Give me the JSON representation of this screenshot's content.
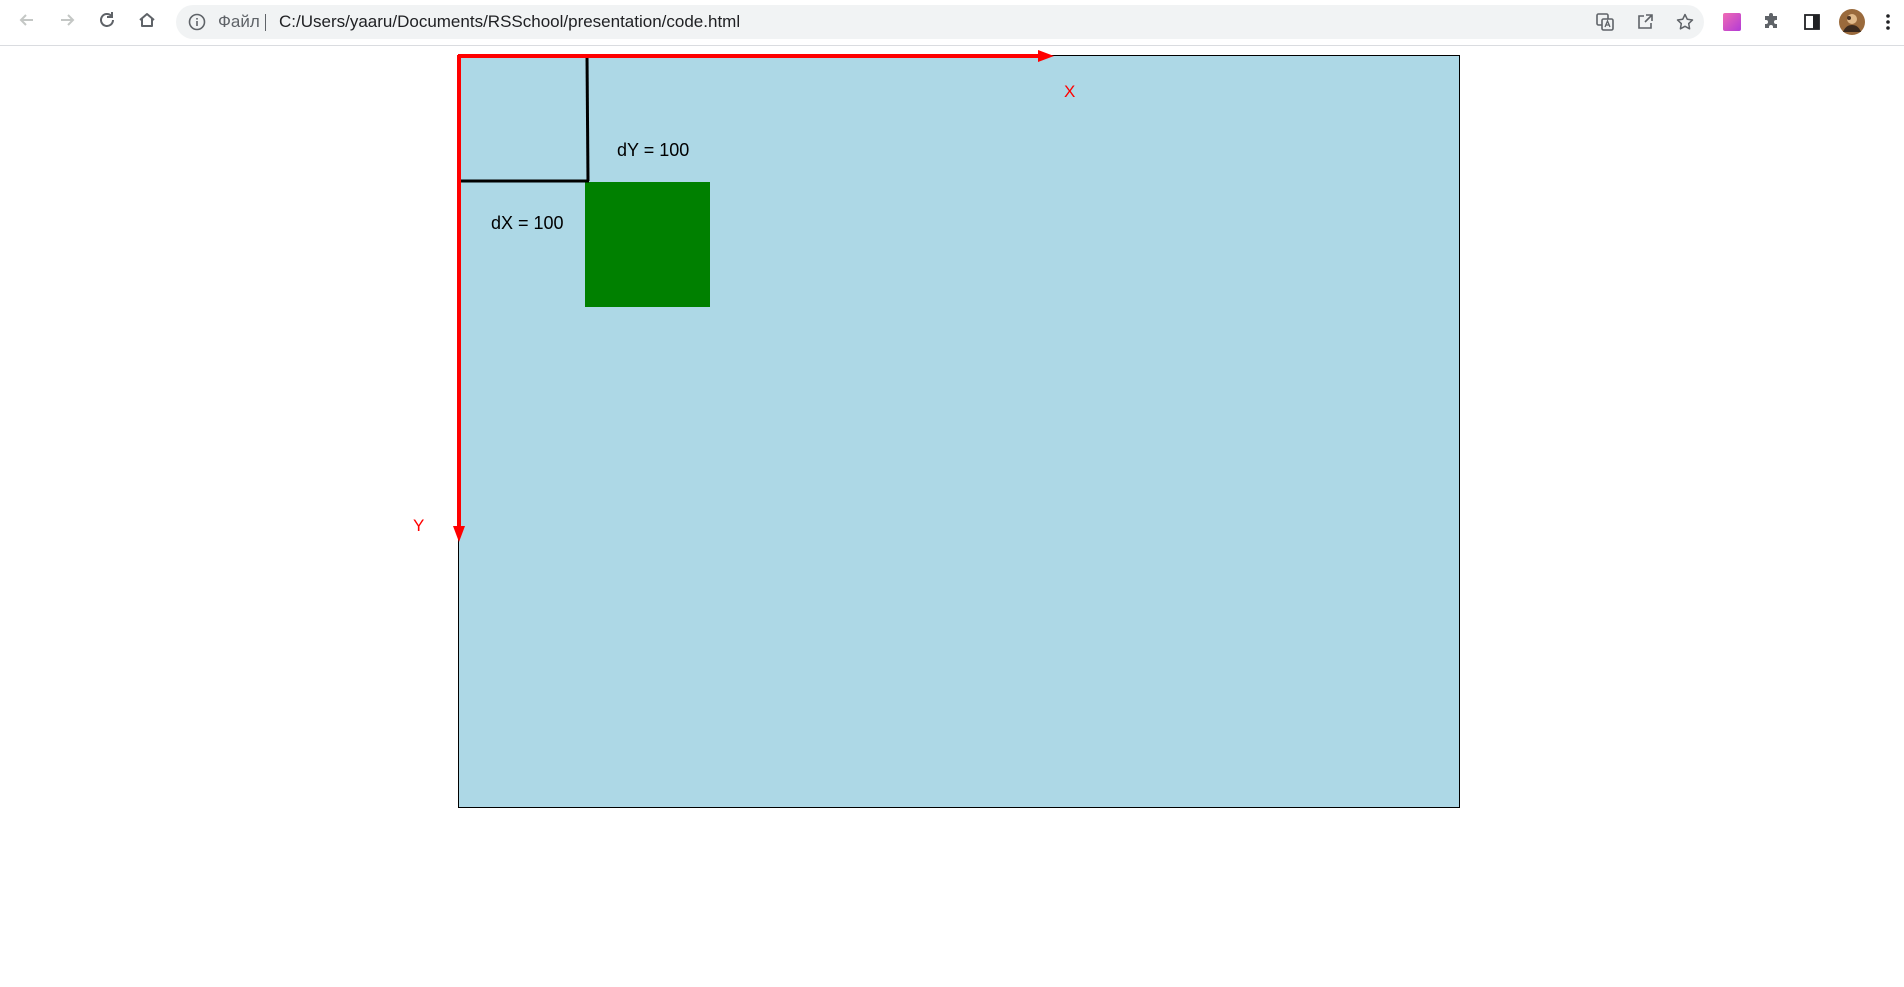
{
  "browser": {
    "file_label": "Файл",
    "url": "C:/Users/yaaru/Documents/RSSchool/presentation/code.html",
    "icons": {
      "back": "arrow-left-icon",
      "forward": "arrow-right-icon",
      "reload": "reload-icon",
      "home": "home-icon",
      "info": "info-icon",
      "translate": "translate-icon",
      "share": "share-icon",
      "bookmark": "star-icon",
      "extension_app": "extension-app-icon",
      "extensions": "puzzle-icon",
      "side_panel": "side-panel-icon",
      "profile": "avatar",
      "menu": "kebab-menu-icon"
    }
  },
  "diagram": {
    "x_axis_label": "X",
    "y_axis_label": "Y",
    "dx_label": "dX = 100",
    "dy_label": "dY = 100",
    "colors": {
      "canvas": "#add8e6",
      "axes": "#ff0000",
      "square": "#008000",
      "offset_lines": "#000000"
    }
  }
}
